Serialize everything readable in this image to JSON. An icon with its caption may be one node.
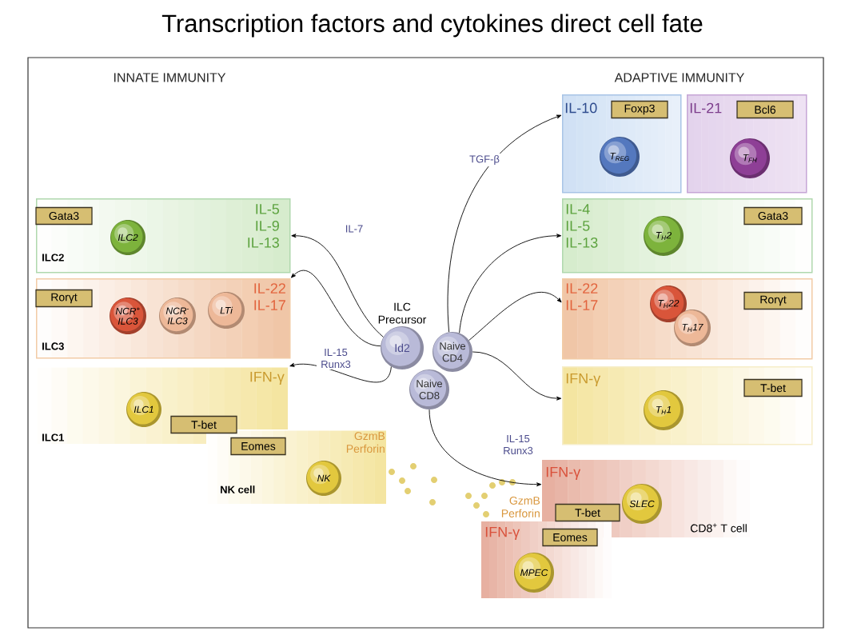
{
  "diagram": {
    "title": "Transcription factors and cytokines direct cell fate",
    "nodes": [
      {
        "text": [
          "ILC2",
          "IL-5 IL-9 IL-13"
        ]
      },
      {
        "text": [
          "Gata3"
        ],
        "in": 0
      },
      {
        "text": [
          "ILC2"
        ],
        "in": 0
      },
      {
        "text": [
          "ILC3",
          "IL-22 IL-17"
        ]
      },
      {
        "text": [
          "Rorγt"
        ],
        "in": 3
      },
      {
        "text": [
          "NCR$^{+}$ ILC3"
        ],
        "in": 3
      },
      {
        "text": [
          "NCR$^{-}$ ILC3"
        ],
        "in": 3
      },
      {
        "text": [
          "LTi"
        ],
        "in": 3
      },
      {
        "text": [
          "ILC1",
          "IFN-γ"
        ]
      },
      {
        "text": [
          "ILC1"
        ],
        "in": 8
      },
      {
        "text": [
          "T-bet"
        ],
        "in": 8
      },
      {
        "text": [
          "NK cell",
          "GzmB Perforin"
        ]
      },
      {
        "text": [
          "Eomes"
        ],
        "in": 11
      },
      {
        "text": [
          "NK"
        ],
        "in": 11
      },
      {
        "text": [
          "ILC Precursor",
          "Id2"
        ]
      },
      {
        "text": [
          "Naive CD4"
        ]
      },
      {
        "text": [
          "Naive CD8"
        ]
      },
      {
        "text": [
          "IL-10"
        ]
      },
      {
        "text": [
          "Foxp3"
        ],
        "in": 17
      },
      {
        "text": [
          "T$_{REG}$"
        ],
        "in": 17
      },
      {
        "text": [
          "IL-21"
        ]
      },
      {
        "text": [
          "Bcl6"
        ],
        "in": 20
      },
      {
        "text": [
          "T$_{FH}$"
        ],
        "in": 20
      },
      {
        "text": [
          "IL-4 IL-5 IL-13"
        ]
      },
      {
        "text": [
          "T$_{H}$2"
        ],
        "in": 23
      },
      {
        "text": [
          "Gata3"
        ],
        "in": 23
      },
      {
        "text": [
          "IL-22 IL-17"
        ]
      },
      {
        "text": [
          "T$_{H}$22"
        ],
        "in": 26
      },
      {
        "text": [
          "T$_{H}$17"
        ],
        "in": 26
      },
      {
        "text": [
          "Rorγt"
        ],
        "in": 26
      },
      {
        "text": [
          "IFN-γ"
        ]
      },
      {
        "text": [
          "T-bet"
        ],
        "in": 30
      },
      {
        "text": [
          "T$_{H}$1"
        ],
        "in": 30
      },
      {
        "text": [
          "IFN-γ",
          "CD8$^{+}$ T cell"
        ]
      },
      {
        "text": [
          "SLEC"
        ],
        "in": 33
      },
      {
        "text": [
          "T-bet"
        ],
        "in": 33
      },
      {
        "text": [
          "IFN-γ"
        ]
      },
      {
        "text": [
          "Eomes"
        ],
        "in": 36
      },
      {
        "text": [
          "MPEC"
        ],
        "in": 36
      }
    ],
    "edges": [
      {
        "from": 14,
        "to": 0,
        "arrow": "to",
        "label": "IL-7"
      },
      {
        "from": 14,
        "to": 3,
        "arrow": "to"
      },
      {
        "from": 14,
        "to": 8,
        "arrow": "to",
        "label": "IL-15 Runx3"
      },
      {
        "from": 15,
        "to": 17,
        "arrow": "to",
        "label": "TGF-β"
      },
      {
        "from": 15,
        "to": 23,
        "arrow": "to"
      },
      {
        "from": 15,
        "to": 26,
        "arrow": "to"
      },
      {
        "from": 15,
        "to": 30,
        "arrow": "to"
      },
      {
        "from": 16,
        "to": 33,
        "arrow": "to",
        "label": "IL-15 Runx3"
      }
    ],
    "labels": [
      "INNATE IMMUNITY",
      "ADAPTIVE IMMUNITY",
      "GzmB Perforin"
    ]
  }
}
